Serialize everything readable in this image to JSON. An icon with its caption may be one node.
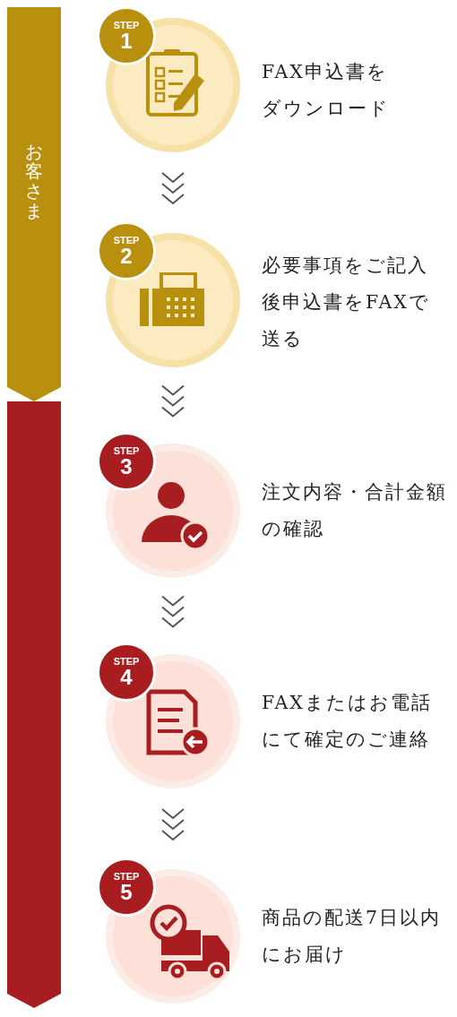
{
  "diagram": {
    "nodes": [
      {
        "text": [
          "お客さま"
        ]
      },
      {
        "text": [],
        "shape": "bar"
      },
      {
        "text": [
          "STEP",
          "1"
        ],
        "beside": [
          "FAX申込書をダウンロード"
        ]
      },
      {
        "text": [
          "STEP",
          "2"
        ],
        "beside": [
          "必要事項をご記入後申込書をFAXで送る"
        ]
      },
      {
        "text": [
          "STEP",
          "3"
        ],
        "beside": [
          "注文内容・合計金額の確認"
        ]
      },
      {
        "text": [
          "STEP",
          "4"
        ],
        "beside": [
          "FAXまたはお電話にて確定のご連絡"
        ]
      },
      {
        "text": [
          "STEP",
          "5"
        ],
        "beside": [
          "商品の配送7日以内にお届け"
        ]
      }
    ],
    "edges": [
      {
        "from": 2,
        "to": 3,
        "arrow": "to"
      },
      {
        "from": 3,
        "to": 4,
        "arrow": "to"
      },
      {
        "from": 4,
        "to": 5,
        "arrow": "to"
      },
      {
        "from": 5,
        "to": 6,
        "arrow": "to"
      }
    ]
  }
}
